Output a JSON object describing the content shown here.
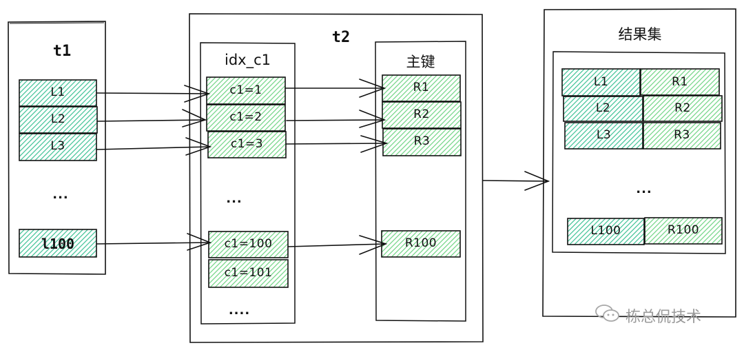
{
  "colors": {
    "teal_fill": "#3cc194",
    "green_fill": "#6fd483",
    "stroke": "#111111",
    "watermark": "#9a9a9a"
  },
  "t1": {
    "title": "t1",
    "rows": [
      "L1",
      "L2",
      "L3"
    ],
    "ellipsis": "...",
    "last_row": "l100"
  },
  "t2": {
    "title": "t2",
    "index": {
      "title": "idx_c1",
      "rows": [
        "c1=1",
        "c1=2",
        "c1=3"
      ],
      "ellipsis": "...",
      "tail_rows": [
        "c1=100",
        "c1=101"
      ],
      "tail_ellipsis": "...."
    },
    "primary_key": {
      "title": "主键",
      "rows": [
        "R1",
        "R2",
        "R3"
      ],
      "last_row": "R100"
    }
  },
  "result_set": {
    "title": "结果集",
    "rows": [
      {
        "left": "L1",
        "right": "R1"
      },
      {
        "left": "L2",
        "right": "R2"
      },
      {
        "left": "L3",
        "right": "R3"
      }
    ],
    "ellipsis": "...",
    "last_row": {
      "left": "L100",
      "right": "R100"
    }
  },
  "watermark": {
    "icon": "wechat-icon",
    "text": "栋总侃技术"
  }
}
